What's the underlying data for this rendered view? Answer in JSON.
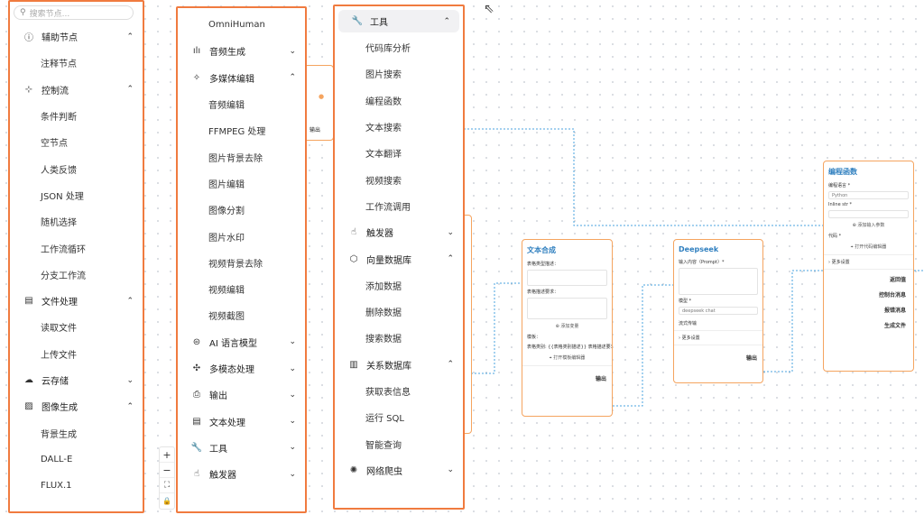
{
  "panel1": {
    "search_placeholder": "搜索节点...",
    "items": [
      {
        "type": "cat",
        "icon": "info-box-icon",
        "glyph": "ⓘ",
        "label": "辅助节点",
        "chev": "⌃"
      },
      {
        "type": "sub",
        "label": "注释节点"
      },
      {
        "type": "cat",
        "icon": "control-flow-icon",
        "glyph": "⊹",
        "label": "控制流",
        "chev": "⌃"
      },
      {
        "type": "sub",
        "label": "条件判断"
      },
      {
        "type": "sub",
        "label": "空节点"
      },
      {
        "type": "sub",
        "label": "人类反馈"
      },
      {
        "type": "sub",
        "label": "JSON 处理"
      },
      {
        "type": "sub",
        "label": "随机选择"
      },
      {
        "type": "sub",
        "label": "工作流循环"
      },
      {
        "type": "sub",
        "label": "分支工作流"
      },
      {
        "type": "cat",
        "icon": "file-icon",
        "glyph": "▤",
        "label": "文件处理",
        "chev": "⌃"
      },
      {
        "type": "sub",
        "label": "读取文件"
      },
      {
        "type": "sub",
        "label": "上传文件"
      },
      {
        "type": "cat",
        "icon": "cloud-icon",
        "glyph": "☁",
        "label": "云存储",
        "chev": "⌄"
      },
      {
        "type": "cat",
        "icon": "image-icon",
        "glyph": "▨",
        "label": "图像生成",
        "chev": "⌃"
      },
      {
        "type": "sub",
        "label": "背景生成"
      },
      {
        "type": "sub",
        "label": "DALL-E"
      },
      {
        "type": "sub",
        "label": "FLUX.1"
      }
    ]
  },
  "panel2": {
    "items": [
      {
        "type": "sub",
        "label": "OmniHuman"
      },
      {
        "type": "cat",
        "icon": "audio-wave-icon",
        "glyph": "ılı",
        "label": "音频生成",
        "chev": "⌄"
      },
      {
        "type": "cat",
        "icon": "multimedia-icon",
        "glyph": "✧",
        "label": "多媒体编辑",
        "chev": "⌃"
      },
      {
        "type": "sub",
        "label": "音频编辑"
      },
      {
        "type": "sub",
        "label": "FFMPEG 处理"
      },
      {
        "type": "sub",
        "label": "图片背景去除"
      },
      {
        "type": "sub",
        "label": "图片编辑"
      },
      {
        "type": "sub",
        "label": "图像分割"
      },
      {
        "type": "sub",
        "label": "图片水印"
      },
      {
        "type": "sub",
        "label": "视频背景去除"
      },
      {
        "type": "sub",
        "label": "视频编辑"
      },
      {
        "type": "sub",
        "label": "视频截图"
      },
      {
        "type": "cat",
        "icon": "ai-model-icon",
        "glyph": "⊜",
        "label": "AI 语言模型",
        "chev": "⌄"
      },
      {
        "type": "cat",
        "icon": "multimodal-icon",
        "glyph": "✣",
        "label": "多模态处理",
        "chev": "⌄"
      },
      {
        "type": "cat",
        "icon": "printer-icon",
        "glyph": "⎙",
        "label": "输出",
        "chev": "⌄"
      },
      {
        "type": "cat",
        "icon": "text-file-icon",
        "glyph": "▤",
        "label": "文本处理",
        "chev": "⌄"
      },
      {
        "type": "cat",
        "icon": "wrench-icon",
        "glyph": "🔧",
        "label": "工具",
        "chev": "⌄"
      },
      {
        "type": "cat",
        "icon": "pointer-hand-icon",
        "glyph": "☝",
        "label": "触发器",
        "chev": "⌄"
      }
    ]
  },
  "panel3": {
    "items": [
      {
        "type": "active",
        "icon": "wrench-icon",
        "glyph": "🔧",
        "label": "工具",
        "chev": "⌃"
      },
      {
        "type": "sub",
        "label": "代码库分析"
      },
      {
        "type": "sub",
        "label": "图片搜索"
      },
      {
        "type": "sub",
        "label": "编程函数"
      },
      {
        "type": "sub",
        "label": "文本搜索"
      },
      {
        "type": "sub",
        "label": "文本翻译"
      },
      {
        "type": "sub",
        "label": "视频搜索"
      },
      {
        "type": "sub",
        "label": "工作流调用"
      },
      {
        "type": "cat",
        "icon": "pointer-hand-icon",
        "glyph": "☝",
        "label": "触发器",
        "chev": "⌄"
      },
      {
        "type": "cat",
        "icon": "vector-db-icon",
        "glyph": "⬡",
        "label": "向量数据库",
        "chev": "⌃"
      },
      {
        "type": "sub",
        "label": "添加数据"
      },
      {
        "type": "sub",
        "label": "删除数据"
      },
      {
        "type": "sub",
        "label": "搜索数据"
      },
      {
        "type": "cat",
        "icon": "database-icon",
        "glyph": "▥",
        "label": "关系数据库",
        "chev": "⌃"
      },
      {
        "type": "sub",
        "label": "获取表信息"
      },
      {
        "type": "sub",
        "label": "运行 SQL"
      },
      {
        "type": "sub",
        "label": "智能查询"
      },
      {
        "type": "cat",
        "icon": "spider-icon",
        "glyph": "✺",
        "label": "网络爬虫",
        "chev": "⌄"
      }
    ]
  },
  "stub": {
    "output_label": "输出"
  },
  "nodes": {
    "text_synthesis": {
      "title": "文本合成",
      "field1_label": "表格类型描述：",
      "field2_label": "表格描述要求：",
      "add_var": "⊕ 添加变量",
      "template_label": "模板：",
      "template_text": "表格类别: {{表格类别描述}} 表格描述要求: {{",
      "open_editor": "⌖ 打开模板编辑器",
      "output": "输出"
    },
    "deepseek": {
      "title": "Deepseek",
      "prompt_label": "输入内容（Prompt）*",
      "model_label": "模型 *",
      "model_value": "deepseek chat",
      "stream_label": "流式传输",
      "more_settings": "›  更多设置",
      "output": "输出"
    },
    "code_func": {
      "title": "编程函数",
      "lang_label": "编程语言 *",
      "lang_value": "Python",
      "var_label": "Inline str *",
      "add_input": "⊕ 添加输入参数",
      "code_label": "代码 *",
      "open_code": "⌖ 打开代码编辑器",
      "more_settings": "›  更多设置",
      "outputs": [
        "返回值",
        "控制台消息",
        "报错消息",
        "生成文件"
      ]
    }
  },
  "zoom": {
    "plus": "+",
    "minus": "−",
    "fit": "⛶",
    "lock": "🔒"
  },
  "colors": {
    "border": "#f07b3f",
    "wire": "#4aa3df",
    "title": "#2f7fbf"
  }
}
